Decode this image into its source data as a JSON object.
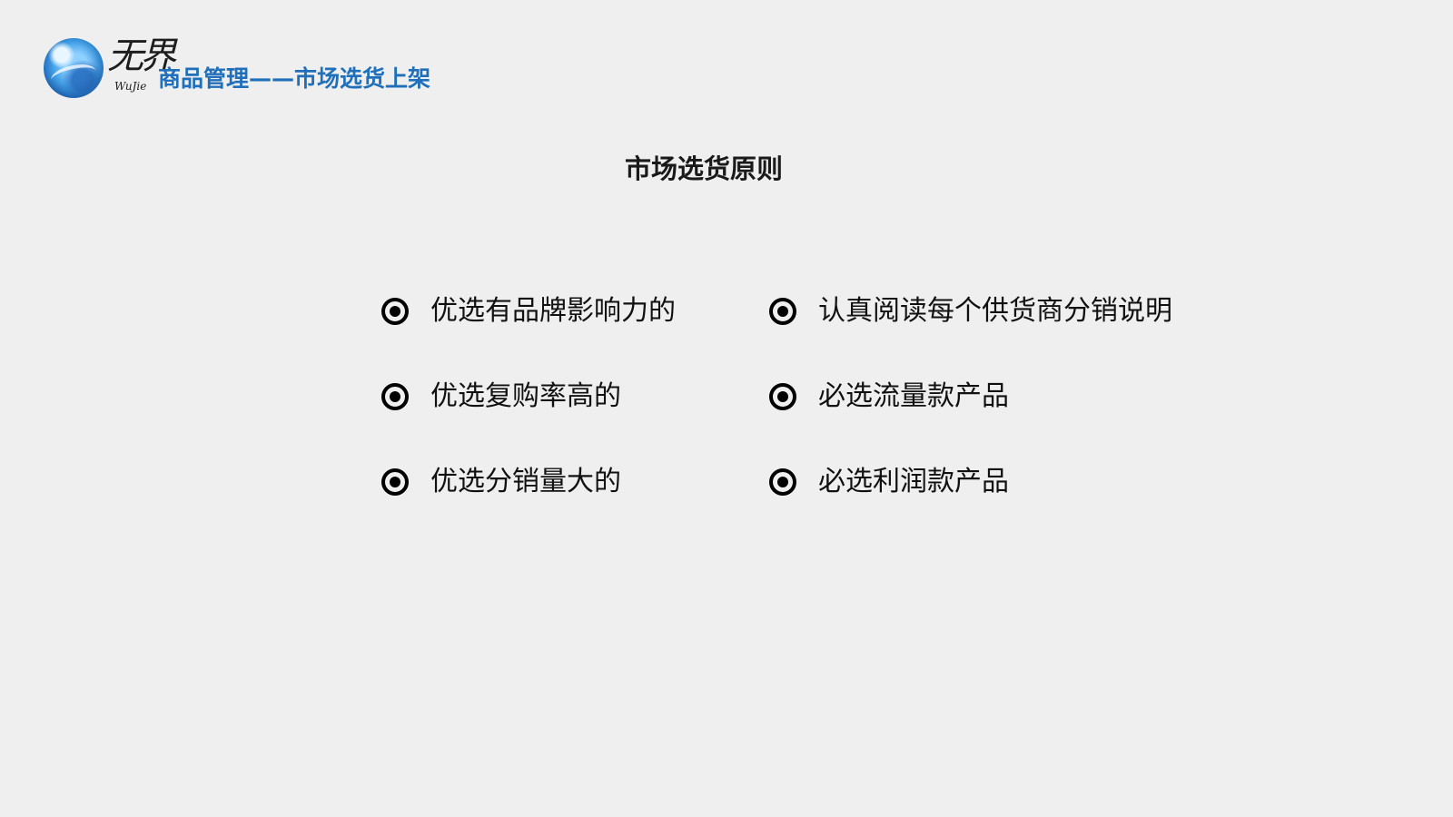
{
  "header": {
    "logo_script": "无界",
    "logo_sub": "WuJie",
    "title": "商品管理——市场选货上架"
  },
  "main": {
    "title": "市场选货原则",
    "left_items": [
      {
        "text": "优选有品牌影响力的"
      },
      {
        "text": "优选复购率高的"
      },
      {
        "text": "优选分销量大的"
      }
    ],
    "right_items": [
      {
        "text": "认真阅读每个供货商分销说明"
      },
      {
        "text": "必选流量款产品"
      },
      {
        "text": "必选利润款产品"
      }
    ]
  },
  "colors": {
    "background": "#efefef",
    "header_title": "#1f6fba",
    "text": "#111111"
  },
  "icons": {
    "bullet": "radio-bullet-icon",
    "logo": "globe-icon"
  }
}
